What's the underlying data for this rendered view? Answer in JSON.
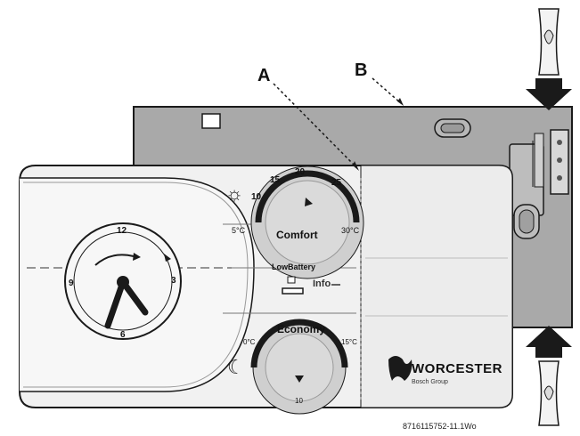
{
  "callouts": {
    "a": "A",
    "b": "B"
  },
  "comfort_dial": {
    "title": "Comfort",
    "min_label": "5°C",
    "max_label": "30°C",
    "tick_labels": [
      "10",
      "15",
      "20",
      "25"
    ],
    "icon": "sun-icon"
  },
  "economy_dial": {
    "title": "Economy",
    "min_label": "0°C",
    "max_label": "15°C",
    "tick_labels": [
      "10"
    ],
    "icon": "moon-icon"
  },
  "clock": {
    "labels": [
      "12",
      "3",
      "6",
      "9"
    ]
  },
  "status": {
    "low_battery": "LowBattery",
    "info": "Info"
  },
  "brand": {
    "name": "WORCESTER",
    "subtitle": "Bosch Group",
    "icon": "worcester-w-logo"
  },
  "figure_ref": "8716115752-11.1Wo",
  "icons": {
    "arrows": "down-arrow-icon, up-arrow-icon"
  },
  "colors": {
    "backplate": "#a9a9a9",
    "front_panel": "#eeeeee",
    "outline": "#1a1a1a"
  }
}
